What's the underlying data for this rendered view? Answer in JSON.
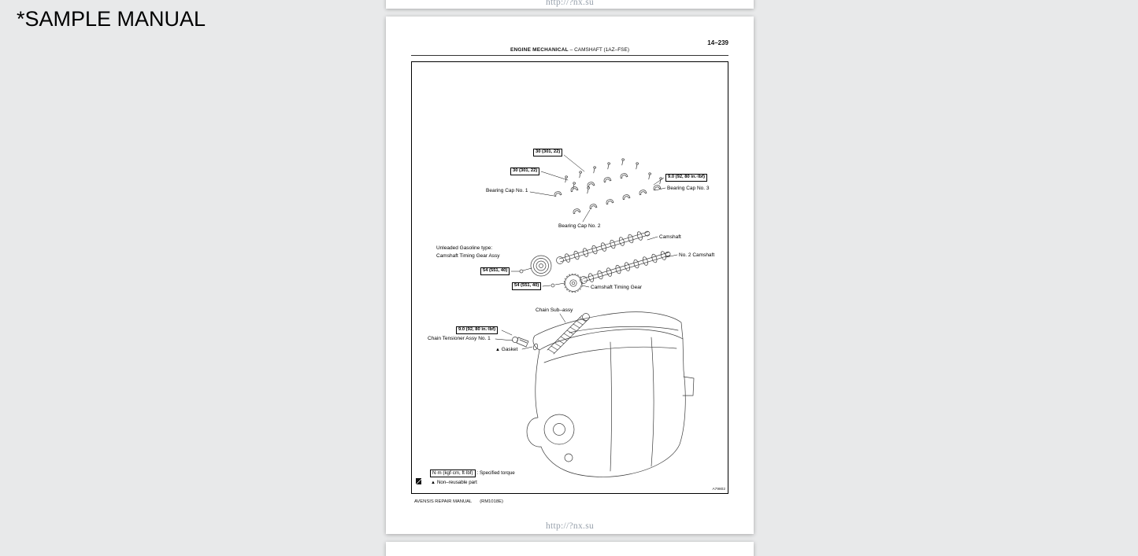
{
  "overlay": {
    "sample_label": "*SAMPLE MANUAL"
  },
  "prev_page": {
    "url_watermark": "http://?nx.su"
  },
  "manual_page": {
    "page_number": "14–239",
    "header": {
      "section": "ENGINE MECHANICAL",
      "dash": "–",
      "topic": "CAMSHAFT (1AZ–FSE)"
    },
    "figure": {
      "torques": {
        "bolt_30_a": "30 (301, 22)",
        "bolt_30_b": "30 (301, 22)",
        "bolt_9_right": "9.0 (92, 80 in.·lbf)",
        "gear_54_a": "54 (551, 40)",
        "gear_54_b": "54 (551, 40)",
        "bolt_9_left": "9.0 (92, 80 in.·lbf)"
      },
      "labels": {
        "bearing_cap_1": "Bearing Cap No. 1",
        "bearing_cap_2": "Bearing Cap No. 2",
        "bearing_cap_3": "Bearing Cap No. 3",
        "camshaft": "Camshaft",
        "no2_camshaft": "No. 2 Camshaft",
        "unleaded_type_line1": "Unleaded Gasoline type:",
        "unleaded_type_line2": "Camshaft Timing Gear Assy",
        "camshaft_timing_gear": "Camshaft Timing Gear",
        "chain_subassy": "Chain Sub–assy",
        "chain_tensioner": "Chain Tensioner Assy No. 1",
        "gasket_marker": "▲",
        "gasket": "Gasket"
      },
      "legend": {
        "torque_box": "N·m (kgf·cm, ft·lbf)",
        "torque_text": ": Specified torque",
        "nonreusable_marker": "▲",
        "nonreusable_text": "Non–reusable part"
      },
      "figure_code": "A79802"
    },
    "footer": {
      "title": "AVENSIS REPAIR MANUAL",
      "code": "(RM1018E)"
    },
    "url_watermark": "http://?nx.su"
  }
}
